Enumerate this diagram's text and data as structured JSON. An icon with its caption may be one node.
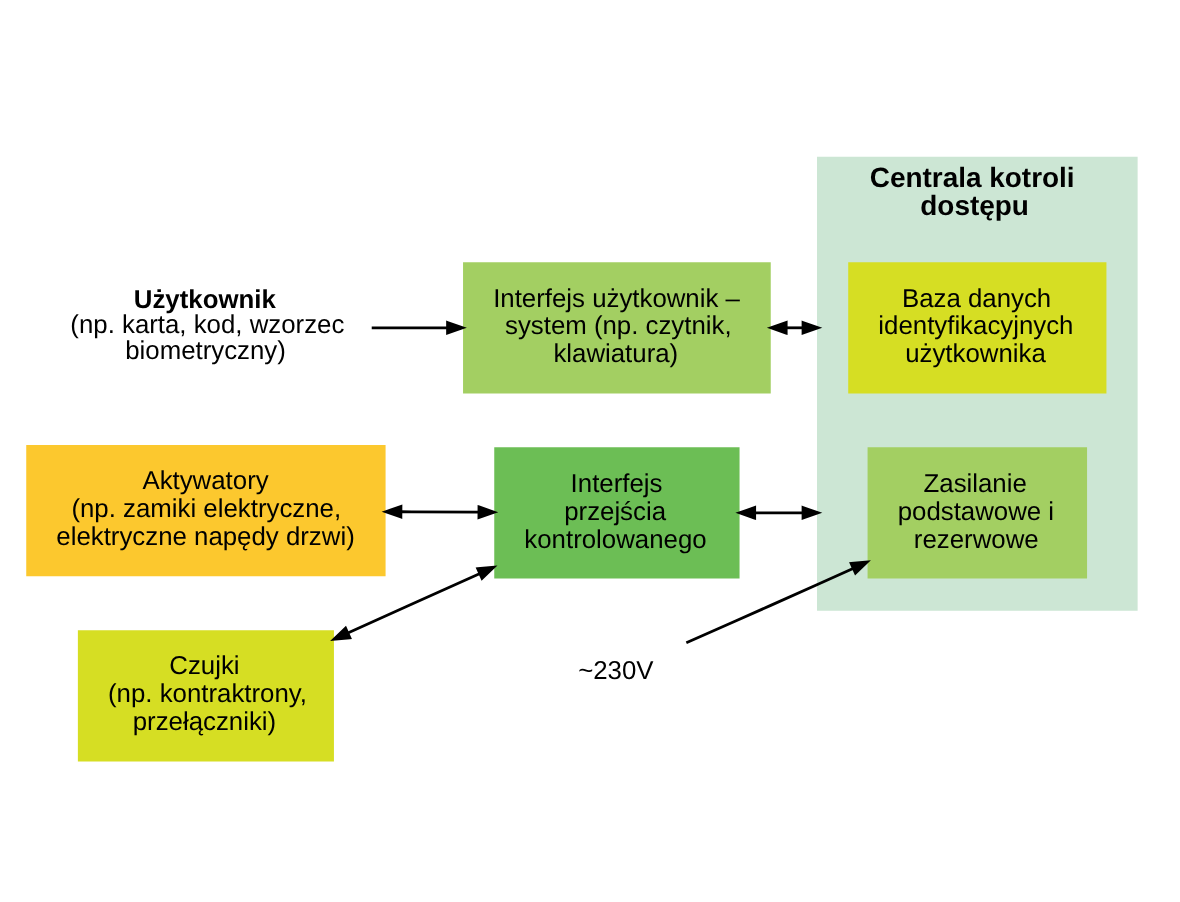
{
  "diagram": {
    "nodes": [
      {
        "text": [
          "Użytkownik",
          "(np. karta, kod, wzorzec biometryczny)"
        ]
      },
      {
        "text": [
          "Interfejs użytkownik – system (np. czytnik, klawiatura)"
        ]
      },
      {
        "text": [
          "Centrala kotroli dostępu"
        ]
      },
      {
        "text": [
          "Baza danych identyfikacyjnych użytkownika"
        ],
        "in": 2
      },
      {
        "text": [
          "Aktywatory",
          "(np. zamiki elektryczne, elektryczne napędy drzwi)"
        ]
      },
      {
        "text": [
          "Czujki",
          "(np. kontraktrony, przełączniki)"
        ]
      },
      {
        "text": [
          "Interfejs przejścia kontrolowanego"
        ]
      },
      {
        "text": [
          "Zasilanie podstawowe i rezerwowe"
        ],
        "in": 2
      },
      {
        "text": [
          "~230V"
        ]
      }
    ],
    "edges": [
      {
        "from": 0,
        "to": 1,
        "arrow": "to"
      },
      {
        "from": 1,
        "to": 2,
        "arrow": "both"
      },
      {
        "from": 4,
        "to": 6,
        "arrow": "both"
      },
      {
        "from": 5,
        "to": 6,
        "arrow": "both"
      },
      {
        "from": 6,
        "to": 2,
        "arrow": "both"
      },
      {
        "from": 8,
        "to": 7,
        "arrow": "to"
      }
    ]
  }
}
